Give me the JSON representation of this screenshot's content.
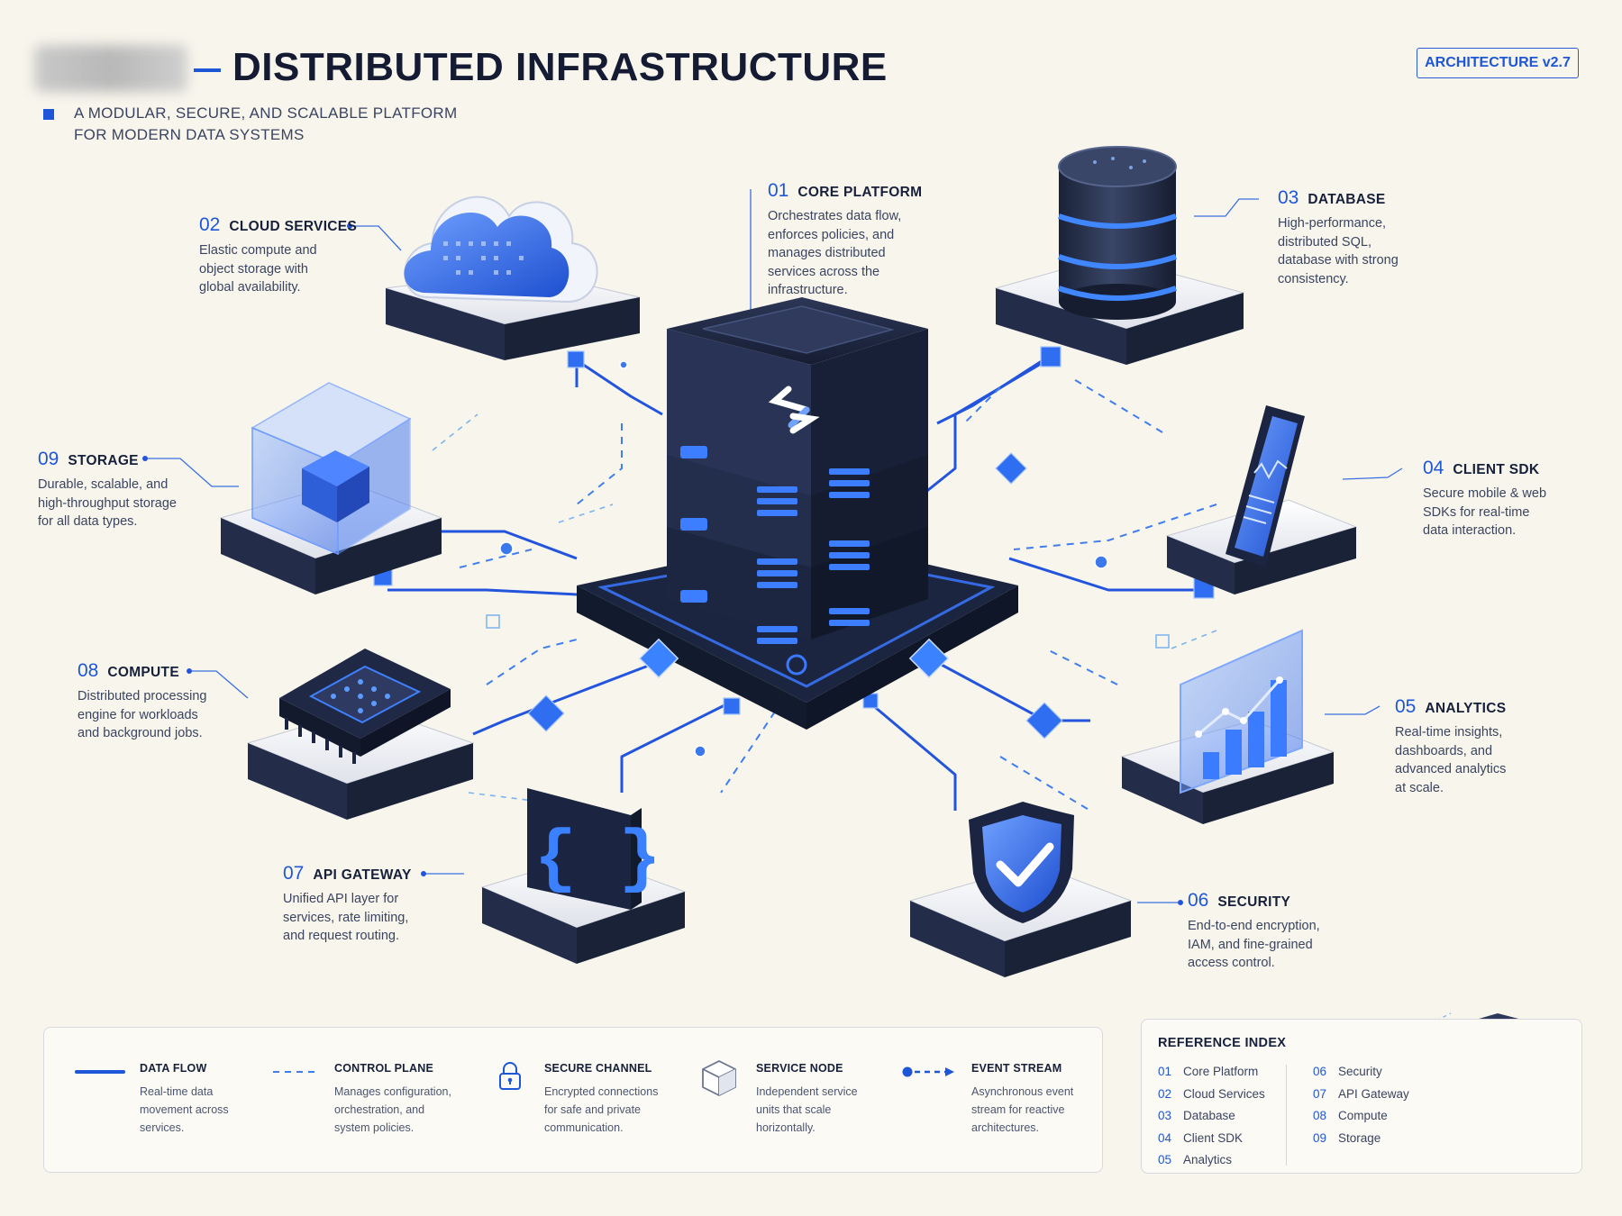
{
  "header": {
    "title": "DISTRIBUTED INFRASTRUCTURE",
    "subtitle": "A MODULAR, SECURE, AND SCALABLE PLATFORM FOR MODERN DATA SYSTEMS",
    "version_badge": "ARCHITECTURE v2.7"
  },
  "components": {
    "core": {
      "num": "01",
      "name": "CORE PLATFORM",
      "desc": "Orchestrates data flow, enforces policies, and manages distributed services across the infrastructure."
    },
    "cloud": {
      "num": "02",
      "name": "CLOUD SERVICES",
      "desc": "Elastic compute and object storage with global availability."
    },
    "database": {
      "num": "03",
      "name": "DATABASE",
      "desc": "High-performance, distributed SQL, database with strong consistency."
    },
    "sdk": {
      "num": "04",
      "name": "CLIENT SDK",
      "desc": "Secure mobile & web SDKs for real-time data interaction."
    },
    "analytics": {
      "num": "05",
      "name": "ANALYTICS",
      "desc": "Real-time insights, dashboards, and advanced analytics at scale."
    },
    "security": {
      "num": "06",
      "name": "SECURITY",
      "desc": "End-to-end encryption, IAM, and fine-grained access control."
    },
    "api": {
      "num": "07",
      "name": "API GATEWAY",
      "desc": "Unified API layer for services, rate limiting, and request routing."
    },
    "compute": {
      "num": "08",
      "name": "COMPUTE",
      "desc": "Distributed processing engine for workloads and background jobs."
    },
    "storage": {
      "num": "09",
      "name": "STORAGE",
      "desc": "Durable, scalable, and high-throughput storage for all data types."
    }
  },
  "legend": [
    {
      "name": "DATA FLOW",
      "desc": "Real-time data movement across services."
    },
    {
      "name": "CONTROL PLANE",
      "desc": "Manages configuration, orchestration, and system policies."
    },
    {
      "name": "SECURE CHANNEL",
      "desc": "Encrypted connections for safe and private communication."
    },
    {
      "name": "SERVICE NODE",
      "desc": "Independent service units that scale horizontally."
    },
    {
      "name": "EVENT STREAM",
      "desc": "Asynchronous event stream for reactive architectures."
    }
  ],
  "reference": {
    "title": "REFERENCE INDEX",
    "col1": [
      {
        "num": "01",
        "label": "Core Platform"
      },
      {
        "num": "02",
        "label": "Cloud Services"
      },
      {
        "num": "03",
        "label": "Database"
      },
      {
        "num": "04",
        "label": "Client SDK"
      },
      {
        "num": "05",
        "label": "Analytics"
      }
    ],
    "col2": [
      {
        "num": "06",
        "label": "Security"
      },
      {
        "num": "07",
        "label": "API Gateway"
      },
      {
        "num": "08",
        "label": "Compute"
      },
      {
        "num": "09",
        "label": "Storage"
      }
    ]
  },
  "colors": {
    "accent": "#1e56d8",
    "dark": "#1b2440",
    "background": "#f8f6ec"
  },
  "icons": [
    "cloud-icon",
    "database-icon",
    "phone-icon",
    "analytics-chart-icon",
    "shield-check-icon",
    "braces-icon",
    "chip-icon",
    "cube-storage-icon",
    "core-server-icon",
    "lock-icon",
    "cube-icon"
  ]
}
